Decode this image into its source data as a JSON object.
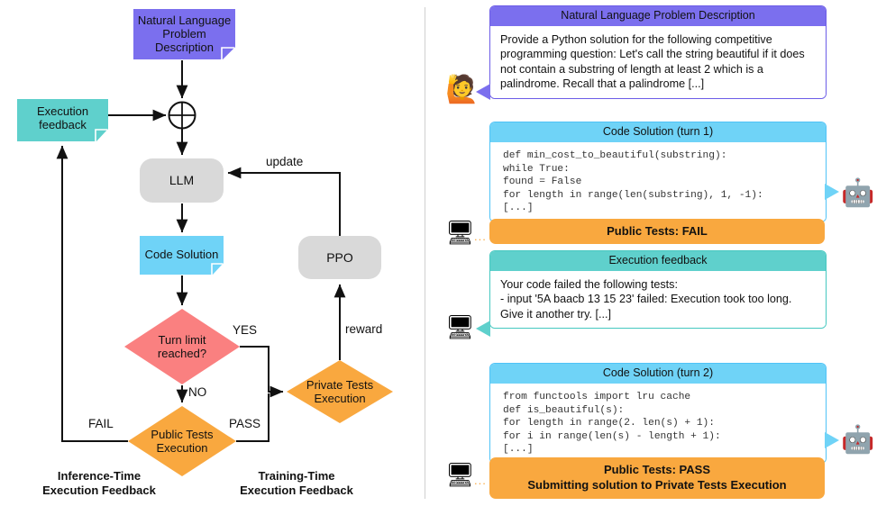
{
  "colors": {
    "purple": "#7B6FEE",
    "teal": "#5FD0CC",
    "skyblue": "#6FD3F7",
    "gray": "#D9D9D9",
    "salmon": "#FA8080",
    "orange": "#F9A83F",
    "border_blue": "#4FC3F7",
    "border_teal": "#45C8C0",
    "border_purple": "#6C5CE7",
    "stroke": "#111111",
    "divider": "#cfcfcf"
  },
  "left_diagram": {
    "nodes": {
      "problem_description": "Natural Language\nProblem Description",
      "execution_feedback": "Execution\nfeedback",
      "llm": "LLM",
      "code_solution": "Code Solution",
      "ppo": "PPO",
      "turn_limit": "Turn limit\nreached?",
      "public_tests": "Public Tests\nExecution",
      "private_tests": "Private Tests\nExecution"
    },
    "edge_labels": {
      "update": "update",
      "reward": "reward",
      "yes": "YES",
      "no": "NO",
      "fail": "FAIL",
      "pass": "PASS"
    },
    "captions": {
      "inference": "Inference-Time\nExecution Feedback",
      "training": "Training-Time\nExecution Feedback"
    },
    "icons": {
      "junction": "circle-plus-icon"
    }
  },
  "right_panel": {
    "messages": [
      {
        "id": "problem",
        "header": "Natural Language Problem Description",
        "body": "Provide a Python solution for the following competitive programming question: Let's call the string beautiful if it does not contain a substring of length at least 2 which is a palindrome. Recall that a palindrome [...]",
        "avatar": "🙋",
        "avatar_name": "person-raising-hand-icon",
        "type": "text"
      },
      {
        "id": "code-turn-1",
        "header": "Code Solution (turn 1)",
        "body": "def min_cost_to_beautiful(substring):\n  while True:\n    found = False\n    for length in range(len(substring), 1, -1):\n      [...]",
        "avatar": "🤖",
        "avatar_name": "robot-icon",
        "type": "code"
      },
      {
        "id": "public-tests-fail",
        "header": "Public Tests: FAIL",
        "avatar": "🖥",
        "avatar_name": "desktop-computer-icon",
        "dots": "...",
        "type": "banner"
      },
      {
        "id": "execution-feedback",
        "header": "Execution feedback",
        "body": "Your code failed the following tests:\n- input '5A baacb 13 15 23' failed: Execution took too long.\nGive it another try. [...]",
        "avatar": "🖥",
        "avatar_name": "desktop-computer-icon",
        "type": "text"
      },
      {
        "id": "code-turn-2",
        "header": "Code Solution (turn 2)",
        "body": "from functools import lru cache\ndef is_beautiful(s):\n  for length in range(2. len(s) + 1):\n    for i in range(len(s) - length + 1):\n      [...]",
        "avatar": "🤖",
        "avatar_name": "robot-icon",
        "type": "code"
      },
      {
        "id": "public-tests-pass",
        "header": "Public Tests: PASS",
        "subheader": "Submitting solution to Private Tests Execution",
        "avatar": "🖥",
        "avatar_name": "desktop-computer-icon",
        "dots": "...",
        "type": "banner"
      }
    ]
  }
}
